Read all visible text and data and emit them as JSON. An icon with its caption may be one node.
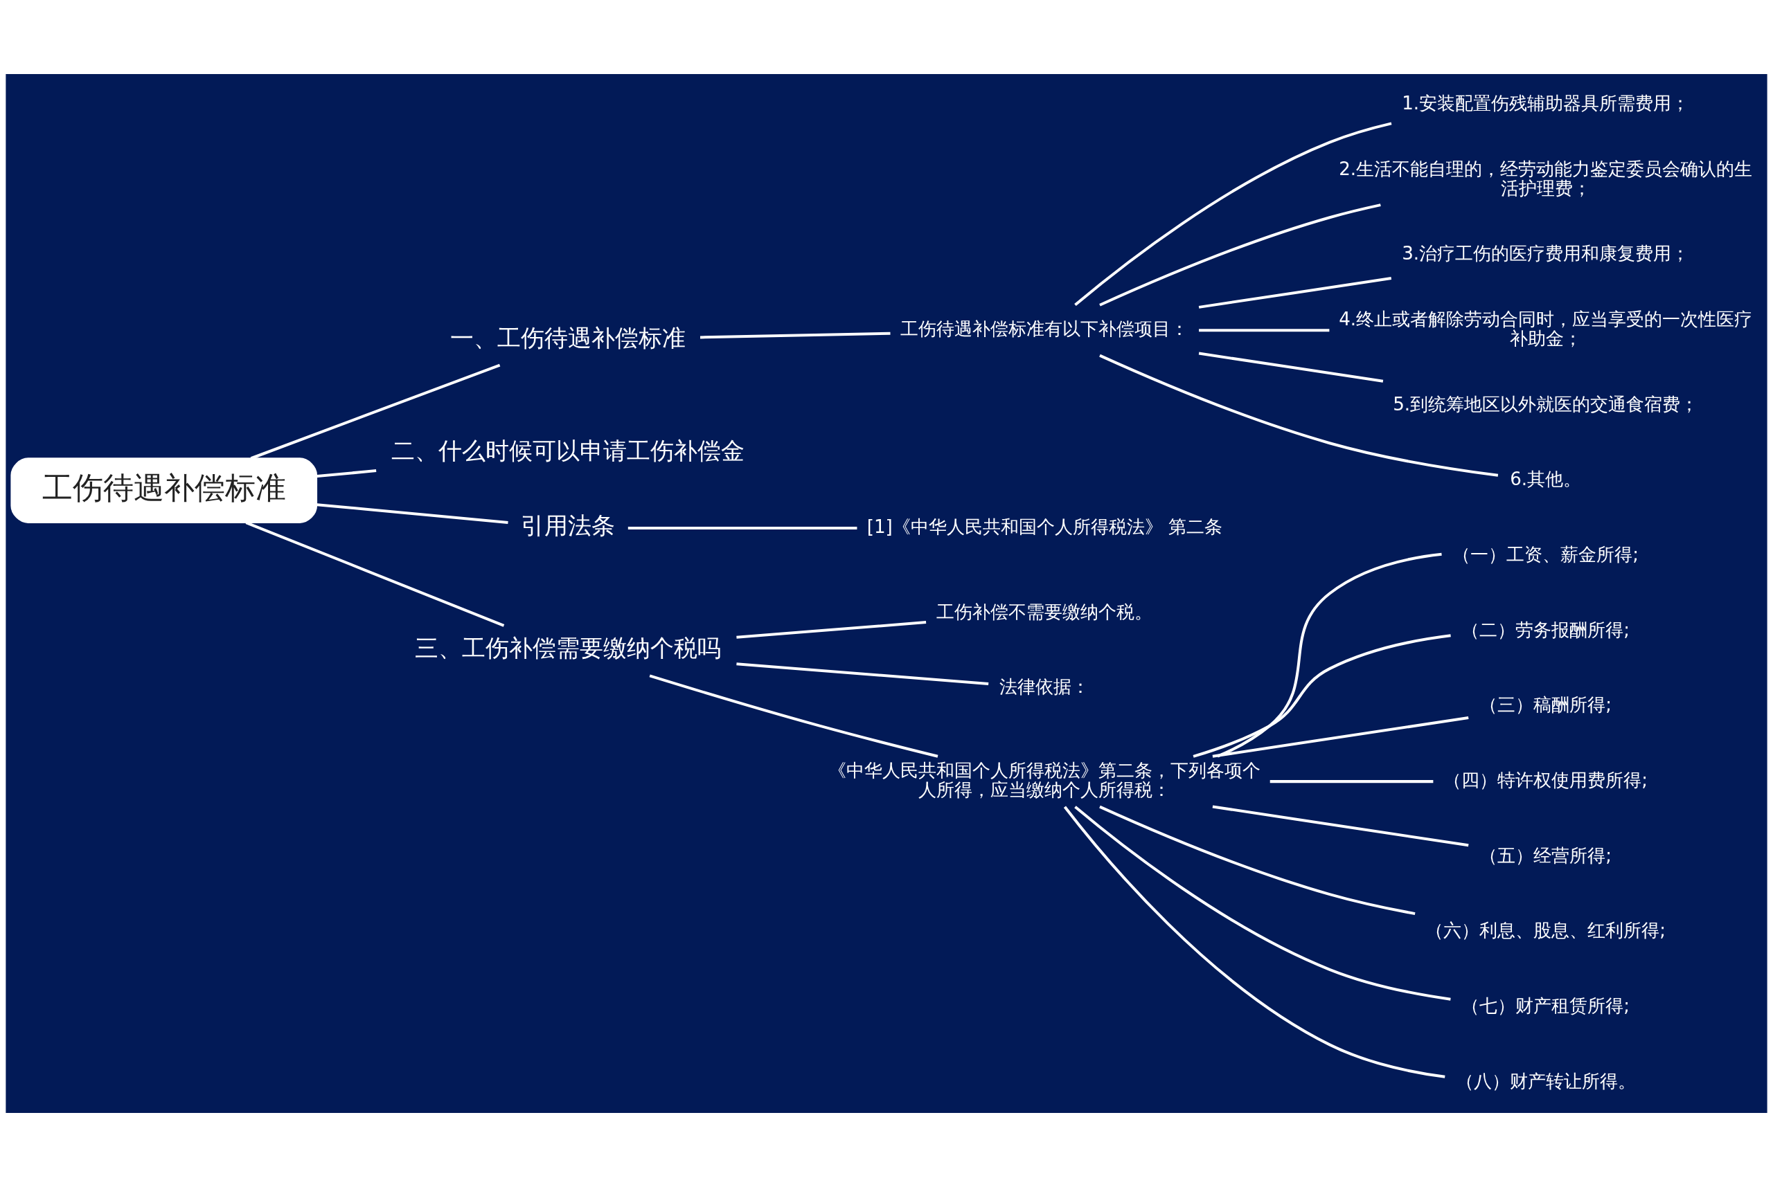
{
  "diagram": {
    "nodes": [
      {
        "text": [
          "工伤待遇补偿标准"
        ]
      },
      {
        "text": [
          "一、工伤待遇补偿标准"
        ]
      },
      {
        "text": [
          "工伤待遇补偿标准有以下补偿项目："
        ]
      },
      {
        "text": [
          "1.安装配置伤残辅助器具所需费用；"
        ]
      },
      {
        "text": [
          "2.生活不能自理的，经劳动能力鉴定委员会确认的生活护理费；"
        ]
      },
      {
        "text": [
          "3.治疗工伤的医疗费用和康复费用；"
        ]
      },
      {
        "text": [
          "4.终止或者解除劳动合同时，应当享受的一次性医疗补助金；"
        ]
      },
      {
        "text": [
          "5.到统筹地区以外就医的交通食宿费；"
        ]
      },
      {
        "text": [
          "6.其他。"
        ]
      },
      {
        "text": [
          "二、什么时候可以申请工伤补偿金"
        ]
      },
      {
        "text": [
          "引用法条"
        ]
      },
      {
        "text": [
          "[1]《中华人民共和国个人所得税法》 第二条"
        ]
      },
      {
        "text": [
          "三、工伤补偿需要缴纳个税吗"
        ]
      },
      {
        "text": [
          "工伤补偿不需要缴纳个税。"
        ]
      },
      {
        "text": [
          "法律依据："
        ]
      },
      {
        "text": [
          "《中华人民共和国个人所得税法》第二条，下列各项个人所得，应当缴纳个人所得税："
        ]
      },
      {
        "text": [
          "（一）工资、薪金所得;"
        ]
      },
      {
        "text": [
          "（二）劳务报酬所得;"
        ]
      },
      {
        "text": [
          "（三）稿酬所得;"
        ]
      },
      {
        "text": [
          "（四）特许权使用费所得;"
        ]
      },
      {
        "text": [
          "（五）经营所得;"
        ]
      },
      {
        "text": [
          "（六）利息、股息、红利所得;"
        ]
      },
      {
        "text": [
          "（七）财产租赁所得;"
        ]
      },
      {
        "text": [
          "（八）财产转让所得。"
        ]
      }
    ],
    "edges": [
      {
        "from": 0,
        "to": 1,
        "arrow": "none"
      },
      {
        "from": 1,
        "to": 2,
        "arrow": "none"
      },
      {
        "from": 2,
        "to": 3,
        "arrow": "none"
      },
      {
        "from": 2,
        "to": 4,
        "arrow": "none"
      },
      {
        "from": 2,
        "to": 5,
        "arrow": "none"
      },
      {
        "from": 2,
        "to": 6,
        "arrow": "none"
      },
      {
        "from": 2,
        "to": 7,
        "arrow": "none"
      },
      {
        "from": 2,
        "to": 8,
        "arrow": "none"
      },
      {
        "from": 0,
        "to": 9,
        "arrow": "none"
      },
      {
        "from": 0,
        "to": 10,
        "arrow": "none"
      },
      {
        "from": 10,
        "to": 11,
        "arrow": "none"
      },
      {
        "from": 0,
        "to": 12,
        "arrow": "none"
      },
      {
        "from": 12,
        "to": 13,
        "arrow": "none"
      },
      {
        "from": 12,
        "to": 14,
        "arrow": "none"
      },
      {
        "from": 12,
        "to": 15,
        "arrow": "none"
      },
      {
        "from": 15,
        "to": 16,
        "arrow": "none"
      },
      {
        "from": 15,
        "to": 17,
        "arrow": "none"
      },
      {
        "from": 15,
        "to": 18,
        "arrow": "none"
      },
      {
        "from": 15,
        "to": 19,
        "arrow": "none"
      },
      {
        "from": 15,
        "to": 20,
        "arrow": "none"
      },
      {
        "from": 15,
        "to": 21,
        "arrow": "none"
      },
      {
        "from": 15,
        "to": 22,
        "arrow": "none"
      },
      {
        "from": 15,
        "to": 23,
        "arrow": "none"
      }
    ]
  }
}
